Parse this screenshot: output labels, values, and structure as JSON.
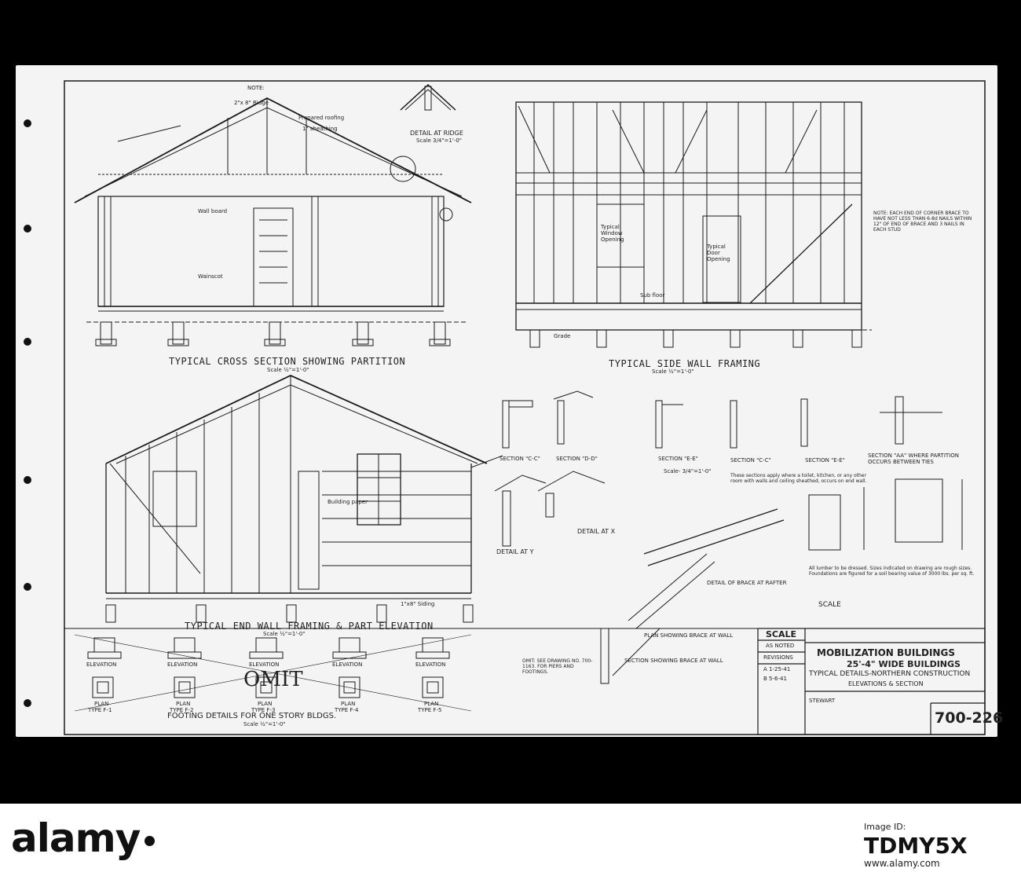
{
  "drawing": {
    "titles": {
      "cross_section": "TYPICAL CROSS SECTION SHOWING PARTITION",
      "cross_section_scale": "Scale ½\"=1'-0\"",
      "side_wall": "TYPICAL SIDE WALL FRAMING",
      "side_wall_scale": "Scale ½\"=1'-0\"",
      "end_wall": "TYPICAL END WALL FRAMING & PART ELEVATION",
      "end_wall_scale": "Scale ½\"=1'-0\"",
      "footing": "FOOTING DETAILS FOR ONE STORY BLDGS.",
      "footing_scale": "Scale ½\"=1'-0\"",
      "detail_ridge": "DETAIL AT RIDGE",
      "detail_ridge_scale": "Scale 3/4\"=1'-0\"",
      "detail_x": "DETAIL AT X",
      "detail_y": "DETAIL AT Y",
      "detail_brace": "DETAIL OF BRACE AT RAFTER",
      "plan_brace": "PLAN SHOWING BRACE AT WALL",
      "section_brace": "SECTION SHOWING BRACE AT WALL",
      "omit_stamp": "OMIT"
    },
    "sections": {
      "cc": "SECTION \"C-C\"",
      "dd": "SECTION \"D-D\"",
      "ee": "SECTION \"E-E\"",
      "cc2": "SECTION \"C-C\"",
      "ee2": "SECTION \"E-E\"",
      "aa": "SECTION \"AA\" WHERE PARTITION OCCURS BETWEEN TIES",
      "scale": "Scale- 3/4\"=1'-0\""
    },
    "annotations": {
      "note": "NOTE:",
      "typical_window": "Typical Window Opening",
      "typical_door": "Typical Door Opening",
      "grade": "Grade",
      "sub_floor": "Sub floor",
      "wall_board": "Wall board",
      "prepared_roofing": "Prepared roofing",
      "sheathing": "1\" sheathing",
      "ridge": "2\"x 8\" Ridge",
      "wainscot": "Wainscot",
      "siding": "1\"x8\" Siding",
      "building_paper": "Building paper",
      "side_note": "NOTE: EACH END OF CORNER BRACE TO HAVE NOT LESS THAN 6-8d NAILS WITHIN 12\" OF END OF BRACE AND 3 NAILS IN EACH STUD",
      "footing_omit": "OMIT: SEE DRAWING NO. 700-1163. FOR PIERS AND FOOTINGS.",
      "lumber_note": "All lumber to be dressed. Sizes indicated on drawing are rough sizes. Foundations are figured for a soil bearing value of 3000 lbs. per sq. ft.",
      "section_note": "These sections apply where a toilet, kitchen, or any other room with walls and ceiling sheathed, occurs on end wall."
    },
    "footings": [
      {
        "elev": "ELEVATION",
        "plan": "PLAN",
        "type": "TYPE F-1"
      },
      {
        "elev": "ELEVATION",
        "plan": "PLAN",
        "type": "TYPE F-2"
      },
      {
        "elev": "ELEVATION",
        "plan": "PLAN",
        "type": "TYPE F-3"
      },
      {
        "elev": "ELEVATION",
        "plan": "PLAN",
        "type": "TYPE F-4"
      },
      {
        "elev": "ELEVATION",
        "plan": "PLAN",
        "type": "TYPE F-5"
      }
    ],
    "title_block": {
      "scale_label": "SCALE",
      "scale_value": "AS NOTED",
      "revisions_label": "REVISIONS",
      "rev_a": "A  1-25-41",
      "rev_b": "B  5-6-41",
      "line1": "MOBILIZATION BUILDINGS",
      "line2": "25'-4\" WIDE BUILDINGS",
      "line3": "TYPICAL DETAILS-NORTHERN CONSTRUCTION",
      "line4": "ELEVATIONS & SECTION",
      "drawing_number": "700-226",
      "scale_heading": "SCALE",
      "stewart": "STEWART"
    }
  },
  "watermark": {
    "brand": "alamy",
    "image_id_label": "Image ID:",
    "image_id": "TDMY5X",
    "site": "www.alamy.com"
  }
}
